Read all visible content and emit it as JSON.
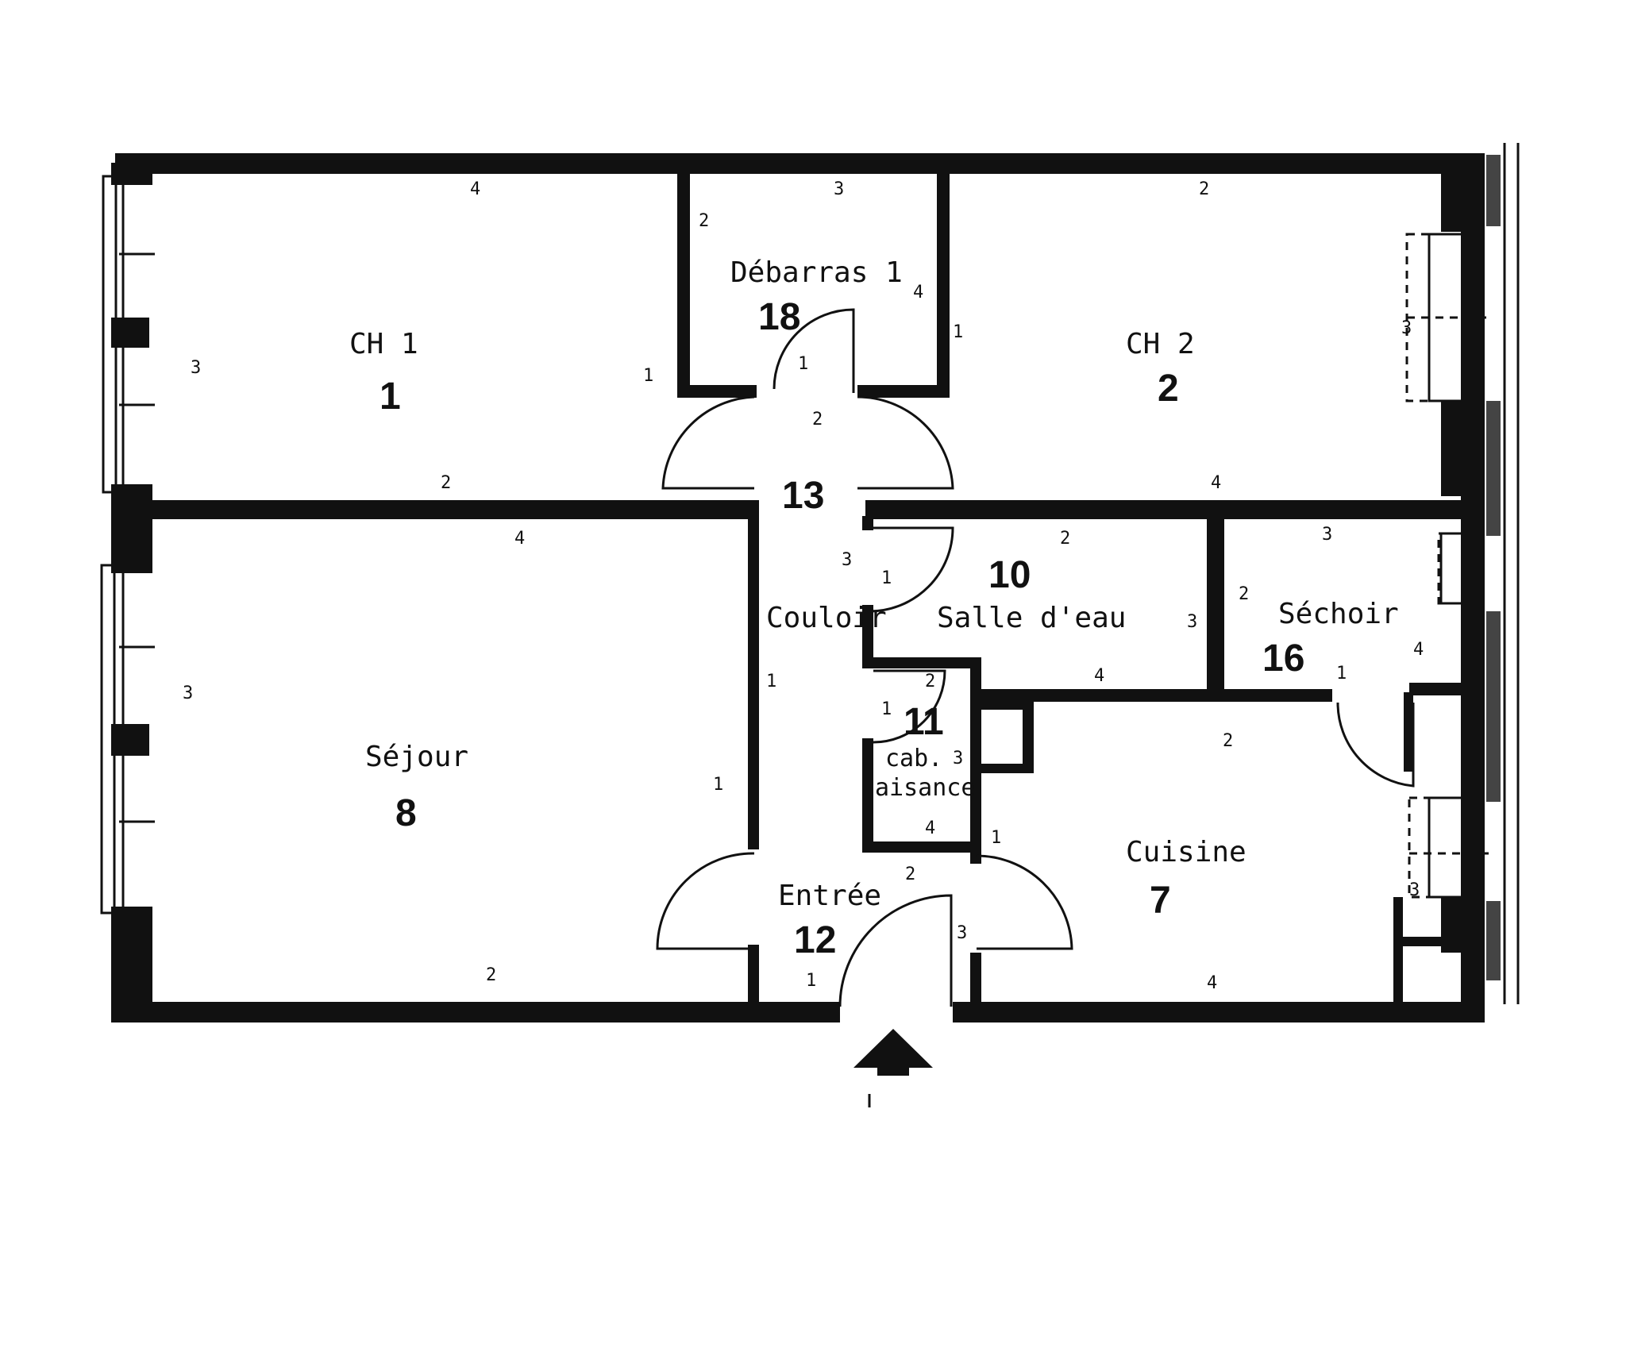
{
  "rooms": {
    "ch1": {
      "name": "CH 1",
      "number": "1"
    },
    "debarras": {
      "name": "Débarras 1",
      "number": "18"
    },
    "ch2": {
      "name": "CH 2",
      "number": "2"
    },
    "couloir": {
      "name": "Couloir",
      "number": "13"
    },
    "sejour": {
      "name": "Séjour",
      "number": "8"
    },
    "salle_eau": {
      "name": "Salle d'eau",
      "number": "10"
    },
    "sechoir": {
      "name": "Séchoir",
      "number": "16"
    },
    "cab_aisance": {
      "name_line1": "cab.",
      "name_line2": "aisance",
      "number": "11"
    },
    "entree": {
      "name": "Entrée",
      "number": "12"
    },
    "cuisine": {
      "name": "Cuisine",
      "number": "7"
    }
  },
  "wall_marks": {
    "ch1_top": "4",
    "ch1_left": "3",
    "ch1_right": "1",
    "ch1_bottom": "2",
    "deb_top": "3",
    "deb_left": "2",
    "deb_right": "4",
    "deb_door": "1",
    "ch2_top": "2",
    "ch2_left": "1",
    "ch2_right": "3",
    "ch2_bottom": "4",
    "cor_top": "2",
    "cor_right": "3",
    "cor_left": "1",
    "sej_top": "4",
    "sej_left": "3",
    "sej_right": "1",
    "sej_bottom": "2",
    "se_top": "2",
    "se_left": "1",
    "se_right": "3",
    "se_bottom": "4",
    "sec_top": "3",
    "sec_left": "2",
    "sec_right": "4",
    "sec_door": "1",
    "wc_top": "2",
    "wc_left": "1",
    "wc_right": "3",
    "wc_bottom": "4",
    "ent_top": "2",
    "ent_right": "3",
    "ent_bottom": "1",
    "cui_top": "2",
    "cui_left": "1",
    "cui_right": "3",
    "cui_bottom": "4"
  }
}
